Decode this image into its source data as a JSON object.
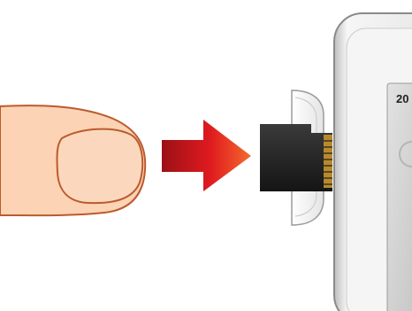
{
  "diagram": {
    "steps": [
      "finger",
      "push-arrow",
      "memory-card",
      "card-slot",
      "device"
    ],
    "device": {
      "screen_text": "20"
    },
    "colors": {
      "finger_skin": "#fcd3b4",
      "finger_nail": "#fbd8bd",
      "finger_outline": "#bb5b2e",
      "arrow_dark": "#9c1016",
      "arrow_mid": "#e01b1f",
      "arrow_light": "#f46a2e",
      "card_body": "#1f1f1f",
      "card_contacts": "#c89a3a",
      "device_frame": "#ededed",
      "device_screen": "#cfcfcf"
    }
  }
}
